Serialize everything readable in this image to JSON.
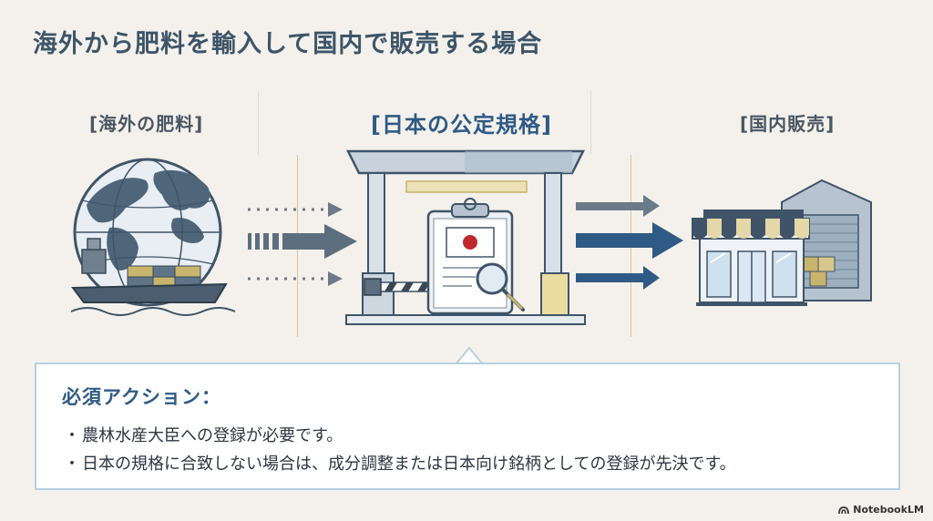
{
  "title": "海外から肥料を輸入して国内で販売する場合",
  "stages": {
    "left": "[海外の肥料]",
    "center": "[日本の公定規格]",
    "right": "[国内販売]"
  },
  "callout": {
    "heading": "必須アクション：",
    "items": [
      "農林水産大臣への登録が必要です。",
      "日本の規格に合致しない場合は、成分調整または日本向け銘柄としての登録が先決です。"
    ]
  },
  "colors": {
    "accent_blue": "#2f5a85",
    "slate": "#5d6e7e",
    "gold": "#c8b46c",
    "flag_red": "#c0282d"
  },
  "icons": [
    "globe-icon",
    "cargo-ship-icon",
    "inspection-gate-icon",
    "clipboard-icon",
    "magnifier-icon",
    "store-icon",
    "warehouse-icon"
  ],
  "brand": "NotebookLM"
}
